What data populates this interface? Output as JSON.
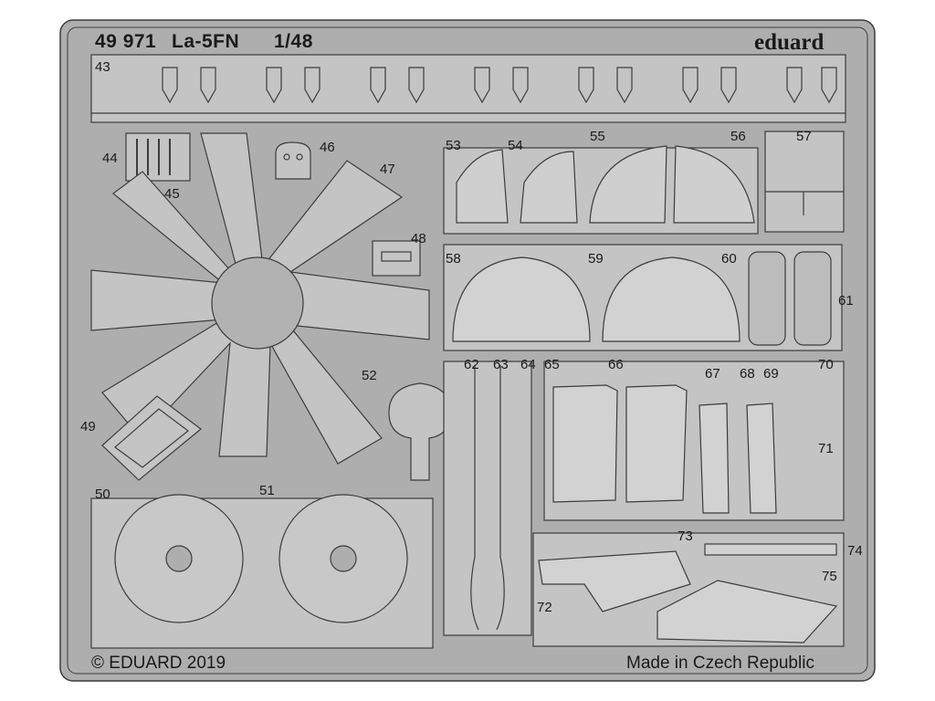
{
  "sheet": {
    "kit_number": "49 971",
    "model": "La-5FN",
    "scale": "1/48",
    "brand": "eduard",
    "copyright": "© EDUARD 2019",
    "origin": "Made in Czech Republic"
  },
  "parts": [
    "43",
    "44",
    "45",
    "46",
    "47",
    "48",
    "49",
    "50",
    "51",
    "52",
    "53",
    "54",
    "55",
    "56",
    "57",
    "58",
    "59",
    "60",
    "61",
    "62",
    "63",
    "64",
    "65",
    "66",
    "67",
    "68",
    "69",
    "70",
    "71",
    "72",
    "73",
    "74",
    "75"
  ],
  "colors": {
    "metal": "#aeaeae",
    "part": "#c4c4c4",
    "outline": "#3c3c3c",
    "background": "#ffffff"
  }
}
